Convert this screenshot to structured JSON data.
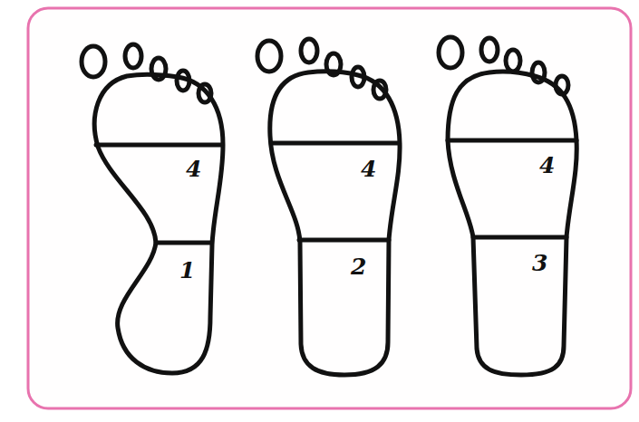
{
  "diagram": {
    "labels": [
      "4",
      "1",
      "4",
      "2",
      "4",
      "3"
    ]
  }
}
